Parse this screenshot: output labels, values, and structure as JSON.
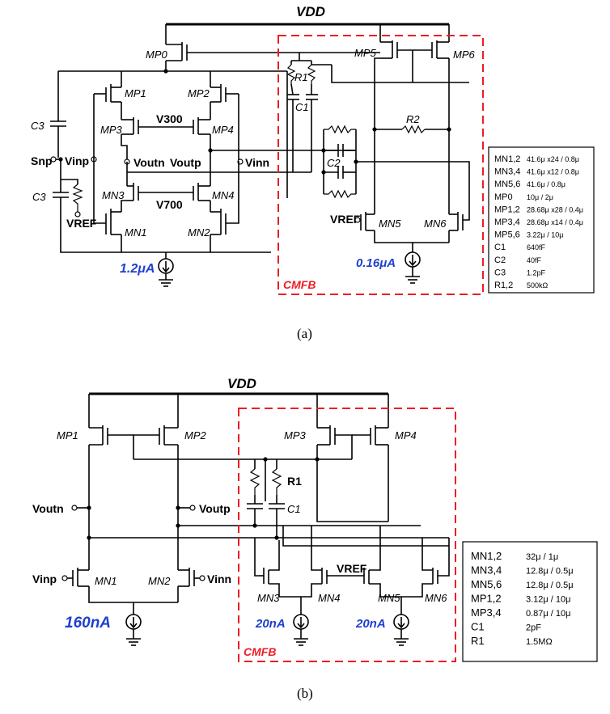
{
  "a": {
    "vdd": "VDD",
    "devices": {
      "mp0": "MP0",
      "mp5": "MP5",
      "mp6": "MP6",
      "mp1": "MP1",
      "mp2": "MP2",
      "mp3": "MP3",
      "mp4": "MP4",
      "mn1": "MN1",
      "mn2": "MN2",
      "mn3": "MN3",
      "mn4": "MN4",
      "mn5": "MN5",
      "mn6": "MN6",
      "r1": "R1",
      "r2": "R2",
      "c1": "C1",
      "c2": "C2",
      "c3_top": "C3",
      "c3_bot": "C3"
    },
    "nodes": {
      "v300": "V300",
      "v700": "V700",
      "voutn": "Voutn",
      "voutp": "Voutp",
      "vinp": "Vinp",
      "vinn": "Vinn",
      "snp": "Snp",
      "vref1": "VREF",
      "vref2": "VREF"
    },
    "currents": {
      "main": "1.2μA",
      "cmfb": "0.16μA"
    },
    "cmfb_label": "CMFB",
    "table": [
      {
        "name": "MN1,2",
        "value": "41.6μ x24 / 0.8μ"
      },
      {
        "name": "MN3,4",
        "value": "41.6μ x12 / 0.8μ"
      },
      {
        "name": "MN5,6",
        "value": "41.6μ / 0.8μ"
      },
      {
        "name": "MP0",
        "value": "10μ / 2μ"
      },
      {
        "name": "MP1,2",
        "value": "28.68μ x28 / 0.4μ"
      },
      {
        "name": "MP3,4",
        "value": "28.68μ x14 / 0.4μ"
      },
      {
        "name": "MP5,6",
        "value": "3.22μ / 10μ"
      },
      {
        "name": "C1",
        "value": "640fF"
      },
      {
        "name": "C2",
        "value": "40fF"
      },
      {
        "name": "C3",
        "value": "1.2pF"
      },
      {
        "name": "R1,2",
        "value": "500kΩ"
      }
    ],
    "caption": "(a)"
  },
  "b": {
    "vdd": "VDD",
    "devices": {
      "mp1": "MP1",
      "mp2": "MP2",
      "mp3": "MP3",
      "mp4": "MP4",
      "mn1": "MN1",
      "mn2": "MN2",
      "mn3": "MN3",
      "mn4": "MN4",
      "mn5": "MN5",
      "mn6": "MN6",
      "r1": "R1",
      "c1": "C1"
    },
    "nodes": {
      "voutn": "Voutn",
      "voutp": "Voutp",
      "vinp": "Vinp",
      "vinn": "Vinn",
      "vref": "VREF"
    },
    "currents": {
      "main": "160nA",
      "cmfb1": "20nA",
      "cmfb2": "20nA"
    },
    "cmfb_label": "CMFB",
    "table": [
      {
        "name": "MN1,2",
        "value": "32μ / 1μ"
      },
      {
        "name": "MN3,4",
        "value": "12.8μ / 0.5μ"
      },
      {
        "name": "MN5,6",
        "value": "12.8μ / 0.5μ"
      },
      {
        "name": "MP1,2",
        "value": "3.12μ / 10μ"
      },
      {
        "name": "MP3,4",
        "value": "0.87μ / 10μ"
      },
      {
        "name": "C1",
        "value": "2pF"
      },
      {
        "name": "R1",
        "value": "1.5MΩ"
      }
    ],
    "caption": "(b)"
  }
}
